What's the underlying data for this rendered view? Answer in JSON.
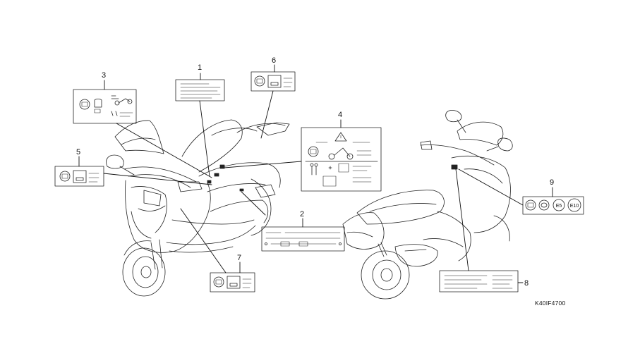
{
  "diagram": {
    "part_code": "K40IF4700",
    "callouts": [
      {
        "id": "1",
        "label": "1"
      },
      {
        "id": "2",
        "label": "2"
      },
      {
        "id": "3",
        "label": "3"
      },
      {
        "id": "4",
        "label": "4"
      },
      {
        "id": "5",
        "label": "5"
      },
      {
        "id": "6",
        "label": "6"
      },
      {
        "id": "7",
        "label": "7"
      },
      {
        "id": "8",
        "label": "8"
      },
      {
        "id": "9",
        "label": "9"
      }
    ],
    "label_9_marks": [
      "E5",
      "E10"
    ]
  }
}
